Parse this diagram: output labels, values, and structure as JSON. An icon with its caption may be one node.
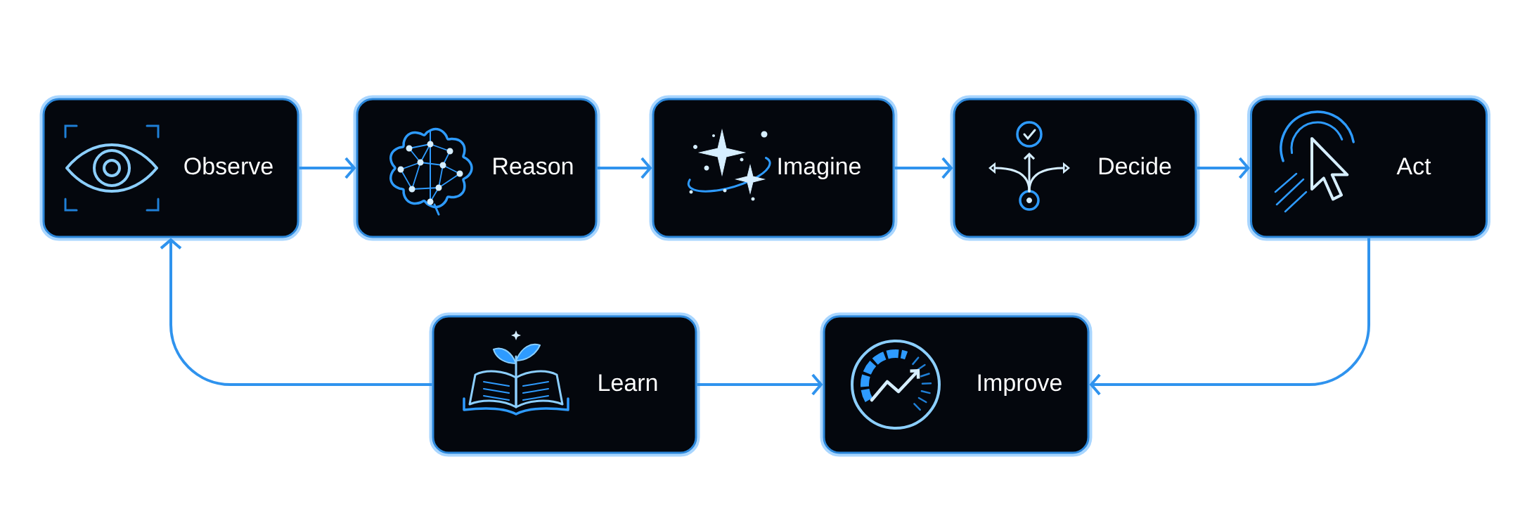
{
  "diagram": {
    "nodes": [
      {
        "text": [
          "Observe"
        ]
      },
      {
        "text": [
          "Reason"
        ]
      },
      {
        "text": [
          "Imagine"
        ]
      },
      {
        "text": [
          "Decide"
        ]
      },
      {
        "text": [
          "Act"
        ]
      },
      {
        "text": [
          "Learn"
        ]
      },
      {
        "text": [
          "Improve"
        ]
      }
    ],
    "edges": [
      {
        "from": 0,
        "to": 1,
        "arrow": "to"
      },
      {
        "from": 1,
        "to": 2,
        "arrow": "to"
      },
      {
        "from": 2,
        "to": 3,
        "arrow": "to"
      },
      {
        "from": 3,
        "to": 4,
        "arrow": "to"
      },
      {
        "from": 4,
        "to": 6,
        "arrow": "to"
      },
      {
        "from": 5,
        "to": 6,
        "arrow": "to"
      },
      {
        "from": 5,
        "to": 0,
        "arrow": "to"
      }
    ]
  }
}
